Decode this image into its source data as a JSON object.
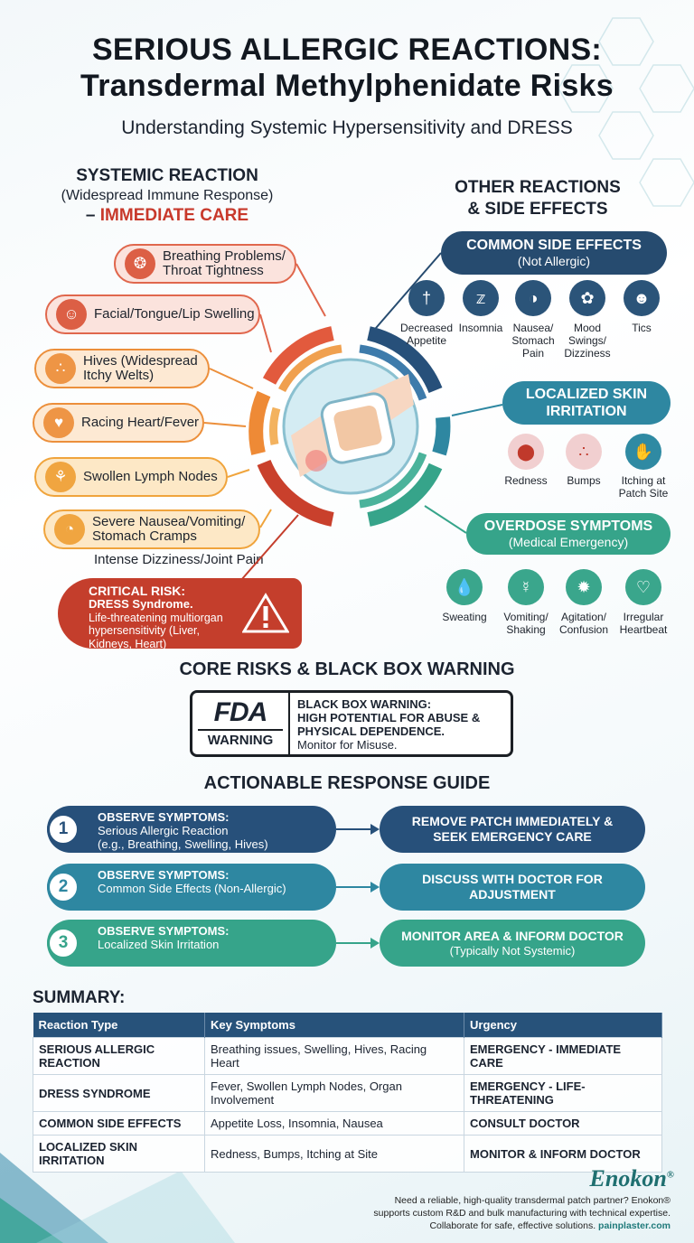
{
  "header": {
    "title_line1": "SERIOUS ALLERGIC REACTIONS:",
    "title_line2": "Transdermal Methylphenidate Risks",
    "subtitle": "Understanding Systemic Hypersensitivity and DRESS"
  },
  "systemic": {
    "heading": "SYSTEMIC REACTION",
    "subheading": "(Widespread Immune Response)",
    "care_prefix": "– ",
    "care": "IMMEDIATE CARE",
    "items": [
      {
        "label_1": "Breathing Problems/",
        "label_2": "Throat Tightness",
        "icon": "lungs-icon"
      },
      {
        "label_1": "Facial/Tongue/Lip Swelling",
        "label_2": "",
        "icon": "face-icon"
      },
      {
        "label_1": "Hives (Widespread",
        "label_2": "Itchy Welts)",
        "icon": "hives-icon"
      },
      {
        "label_1": "Racing Heart/Fever",
        "label_2": "",
        "icon": "heart-icon"
      },
      {
        "label_1": "Swollen Lymph Nodes",
        "label_2": "",
        "icon": "lymph-icon"
      },
      {
        "label_1": "Severe Nausea/Vomiting/",
        "label_2": "Stomach Cramps",
        "icon": "stomach-icon"
      }
    ],
    "extra_item": "Intense Dizziness/Joint Pain",
    "critical": {
      "title": "CRITICAL RISK:",
      "name": "DRESS Syndrome.",
      "desc_1": "Life-threatening multiorgan",
      "desc_2": "hypersensitivity (Liver,",
      "desc_3": "Kidneys, Heart)"
    }
  },
  "other": {
    "heading_1": "OTHER REACTIONS",
    "heading_2": "& SIDE EFFECTS",
    "common": {
      "title": "COMMON SIDE EFFECTS",
      "sub": "(Not Allergic)",
      "items": [
        {
          "l1": "Decreased",
          "l2": "Appetite",
          "l3": ""
        },
        {
          "l1": "Insomnia",
          "l2": "",
          "l3": ""
        },
        {
          "l1": "Nausea/",
          "l2": "Stomach",
          "l3": "Pain"
        },
        {
          "l1": "Mood",
          "l2": "Swings/",
          "l3": "Dizziness"
        },
        {
          "l1": "Tics",
          "l2": "",
          "l3": ""
        }
      ]
    },
    "skin": {
      "title_1": "LOCALIZED SKIN",
      "title_2": "IRRITATION",
      "items": [
        {
          "l1": "Redness",
          "l2": ""
        },
        {
          "l1": "Bumps",
          "l2": ""
        },
        {
          "l1": "Itching at",
          "l2": "Patch Site"
        }
      ]
    },
    "overdose": {
      "title": "OVERDOSE SYMPTOMS",
      "sub": "(Medical Emergency)",
      "items": [
        {
          "l1": "Sweating",
          "l2": ""
        },
        {
          "l1": "Vomiting/",
          "l2": "Shaking"
        },
        {
          "l1": "Agitation/",
          "l2": "Confusion"
        },
        {
          "l1": "Irregular",
          "l2": "Heartbeat"
        }
      ]
    }
  },
  "core": {
    "heading": "CORE RISKS & BLACK BOX WARNING",
    "fda_logo": "FDA",
    "fda_label": "WARNING",
    "warn_1": "BLACK BOX WARNING:",
    "warn_2": "HIGH POTENTIAL FOR ABUSE &",
    "warn_3": "PHYSICAL DEPENDENCE.",
    "warn_4": "Monitor for Misuse."
  },
  "guide": {
    "heading": "ACTIONABLE RESPONSE GUIDE",
    "steps": [
      {
        "num": "1",
        "obs": "OBSERVE SYMPTOMS:",
        "d1": "Serious Allergic Reaction",
        "d2": "(e.g., Breathing, Swelling, Hives)",
        "a1": "REMOVE PATCH IMMEDIATELY &",
        "a2": "SEEK EMERGENCY CARE",
        "a3": ""
      },
      {
        "num": "2",
        "obs": "OBSERVE SYMPTOMS:",
        "d1": "Common Side Effects (Non-Allergic)",
        "d2": "",
        "a1": "DISCUSS WITH DOCTOR FOR",
        "a2": "ADJUSTMENT",
        "a3": ""
      },
      {
        "num": "3",
        "obs": "OBSERVE SYMPTOMS:",
        "d1": "Localized Skin Irritation",
        "d2": "",
        "a1": "MONITOR AREA & INFORM DOCTOR",
        "a2": "",
        "a3": "(Typically Not Systemic)"
      }
    ]
  },
  "summary": {
    "heading": "SUMMARY:",
    "columns": [
      "Reaction Type",
      "Key Symptoms",
      "Urgency"
    ],
    "rows": [
      [
        "SERIOUS ALLERGIC REACTION",
        "Breathing issues, Swelling, Hives, Racing Heart",
        "EMERGENCY - IMMEDIATE CARE"
      ],
      [
        "DRESS SYNDROME",
        "Fever, Swollen Lymph Nodes, Organ Involvement",
        "EMERGENCY - LIFE-THREATENING"
      ],
      [
        "COMMON SIDE EFFECTS",
        "Appetite Loss, Insomnia, Nausea",
        "CONSULT DOCTOR"
      ],
      [
        "LOCALIZED SKIN IRRITATION",
        "Redness, Bumps, Itching at Site",
        "MONITOR & INFORM DOCTOR"
      ]
    ]
  },
  "footer": {
    "brand": "Enokon",
    "brand_mark": "®",
    "line1": "Need a reliable, high-quality transdermal patch partner? Enokon®",
    "line2": "supports custom R&D and bulk manufacturing with technical expertise.",
    "line3": "Collaborate for safe, effective solutions.",
    "url": "painplaster.com"
  },
  "colors": {
    "red": "#dc5f45",
    "orange": "#ee9545",
    "navy": "#264b6f",
    "teal": "#2e87a1",
    "green": "#36a48a",
    "critical": "#c43e2c"
  }
}
